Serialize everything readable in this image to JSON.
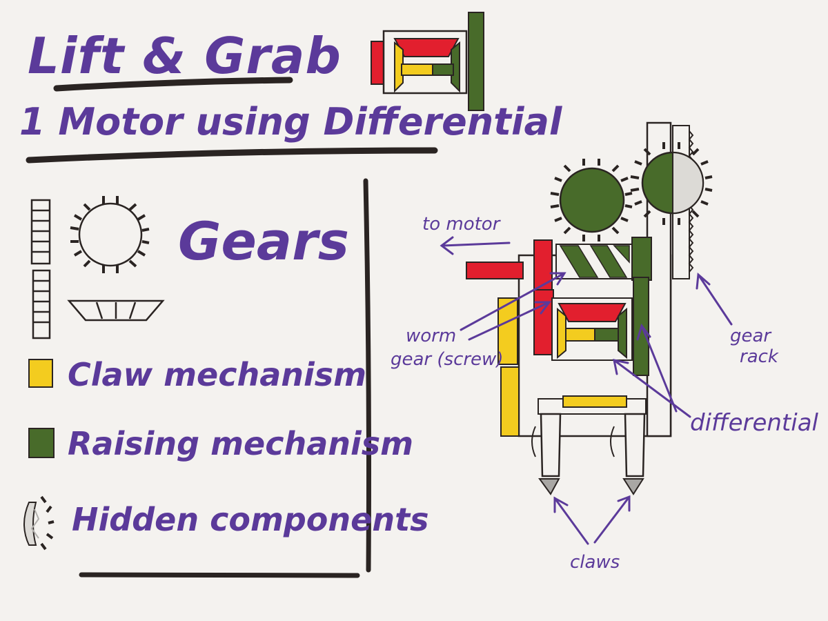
{
  "title": {
    "line1": "Lift & Grab",
    "line2": "1 Motor using Differential"
  },
  "legend": {
    "gears_label": "Gears",
    "items": [
      {
        "label": "Claw mechanism",
        "swatch_color": "#f3cc1f",
        "swatch_icon": "yellow-square-icon"
      },
      {
        "label": "Raising mechanism",
        "swatch_color": "#486b2a",
        "swatch_icon": "green-square-icon"
      },
      {
        "label": "Hidden components",
        "swatch_icon": "hidden-gear-icon"
      }
    ]
  },
  "annotations": {
    "to_motor": "to motor",
    "worm_gear_line1": "worm",
    "worm_gear_line2": "gear (screw)",
    "gear_rack_line1": "gear",
    "gear_rack_line2": "rack",
    "differential": "differential",
    "claws": "claws"
  },
  "colors": {
    "ink": "#5b3a9a",
    "red": "#e21f2e",
    "yellow": "#f3cc1f",
    "green": "#486b2a",
    "line": "#2a2422"
  }
}
